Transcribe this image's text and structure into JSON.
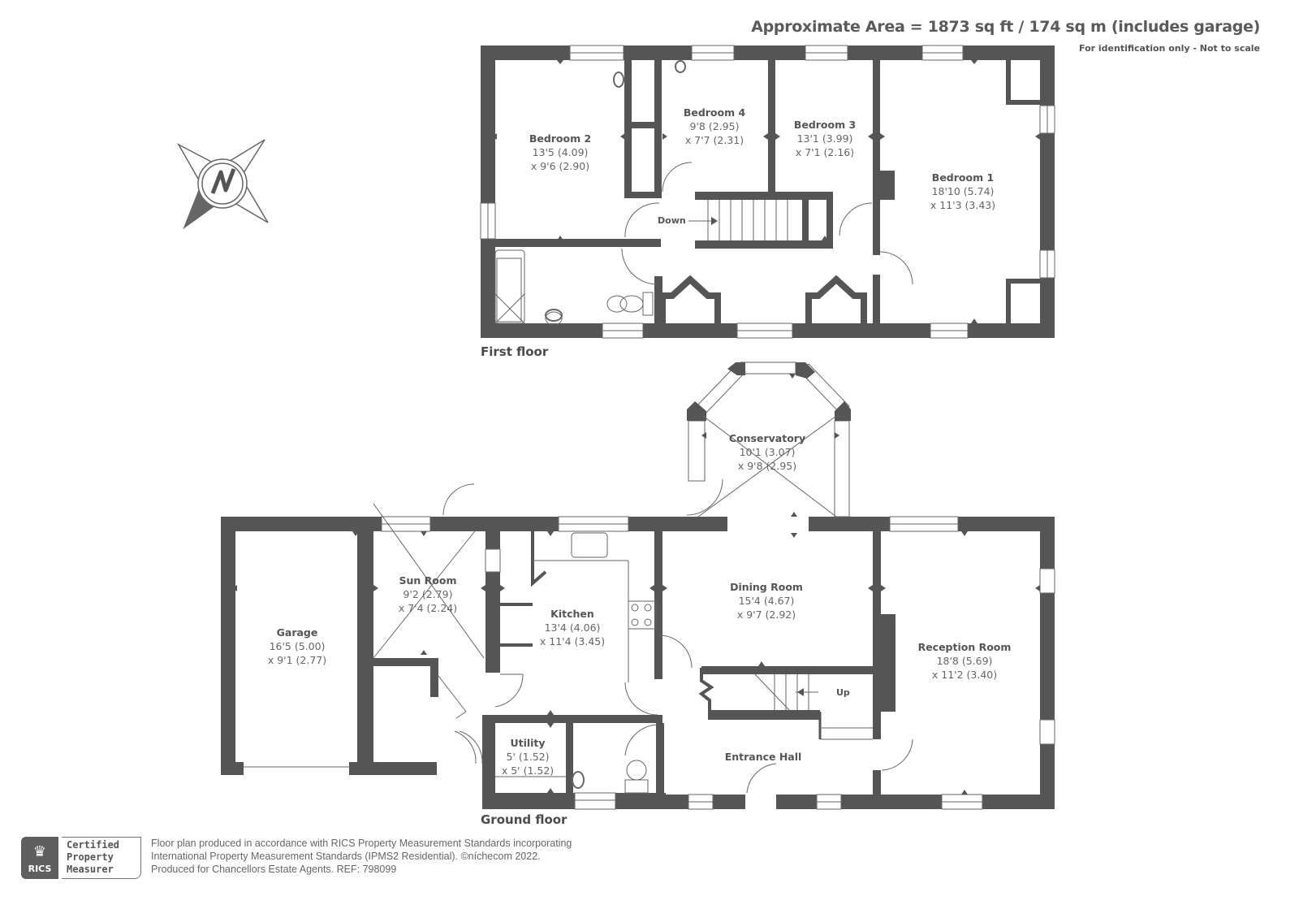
{
  "header": {
    "area": "Approximate Area = 1873 sq ft / 174 sq m (includes garage)",
    "note": "For identification only - Not to scale"
  },
  "compass": {
    "icon": "north-compass-icon",
    "letter": "N"
  },
  "floors": [
    {
      "label": "First floor",
      "rooms": [
        {
          "name": "Bedroom 2",
          "dim1": "13'5 (4.09)",
          "dim2": "x 9'6 (2.90)"
        },
        {
          "name": "Bedroom 4",
          "dim1": "9'8 (2.95)",
          "dim2": "x 7'7 (2.31)"
        },
        {
          "name": "Bedroom 3",
          "dim1": "13'1 (3.99)",
          "dim2": "x 7'1 (2.16)"
        },
        {
          "name": "Bedroom 1",
          "dim1": "18'10 (5.74)",
          "dim2": "x 11'3 (3.43)"
        }
      ],
      "stairs_label": "Down"
    },
    {
      "label": "Ground floor",
      "rooms": [
        {
          "name": "Conservatory",
          "dim1": "10'1 (3.07)",
          "dim2": "x 9'8 (2.95)"
        },
        {
          "name": "Sun Room",
          "dim1": "9'2 (2.79)",
          "dim2": "x 7'4 (2.24)"
        },
        {
          "name": "Garage",
          "dim1": "16'5 (5.00)",
          "dim2": "x 9'1 (2.77)"
        },
        {
          "name": "Kitchen",
          "dim1": "13'4 (4.06)",
          "dim2": "x 11'4 (3.45)"
        },
        {
          "name": "Dining Room",
          "dim1": "15'4 (4.67)",
          "dim2": "x 9'7 (2.92)"
        },
        {
          "name": "Reception Room",
          "dim1": "18'8 (5.69)",
          "dim2": "x 11'2 (3.40)"
        },
        {
          "name": "Utility",
          "dim1": "5' (1.52)",
          "dim2": "x 5' (1.52)"
        },
        {
          "name": "Entrance Hall"
        }
      ],
      "stairs_label": "Up"
    }
  ],
  "footer": {
    "badge_text": "RICS",
    "cert_lines": [
      "Certified",
      "Property",
      "Measurer"
    ],
    "lines": [
      "Floor plan produced in accordance with RICS Property Measurement Standards incorporating",
      "International Property Measurement Standards (IPMS2 Residential).   ©níchecom 2022.",
      "Produced for Chancellors Estate Agents.   REF: 798099"
    ]
  },
  "colors": {
    "wall": "#555555",
    "line": "#666666",
    "background": "#ffffff"
  }
}
